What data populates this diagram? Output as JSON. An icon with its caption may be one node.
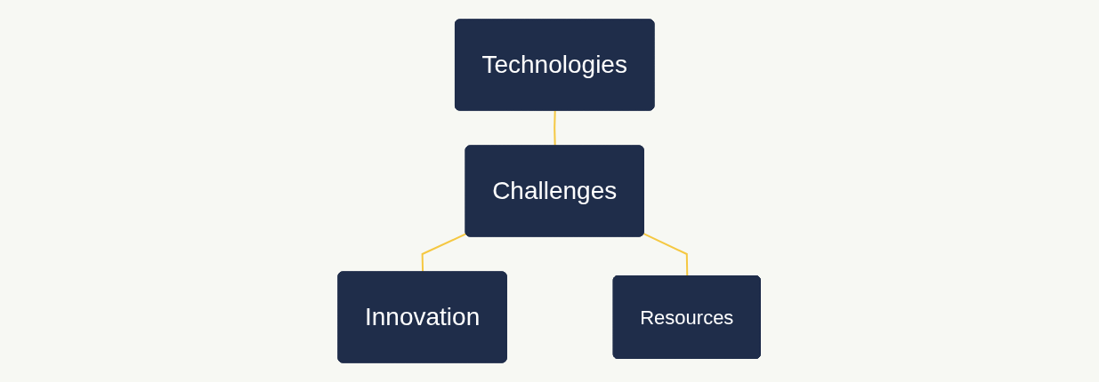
{
  "diagram": {
    "nodes": [
      {
        "text": [
          "Technologies"
        ]
      },
      {
        "text": [
          "Challenges"
        ]
      },
      {
        "text": [
          "Innovation"
        ]
      },
      {
        "text": [
          "Resources"
        ]
      }
    ],
    "edges": [
      {
        "from": 0,
        "to": 1,
        "arrow": "none"
      },
      {
        "from": 1,
        "to": 2,
        "arrow": "none"
      },
      {
        "from": 1,
        "to": 3,
        "arrow": "none"
      }
    ]
  }
}
